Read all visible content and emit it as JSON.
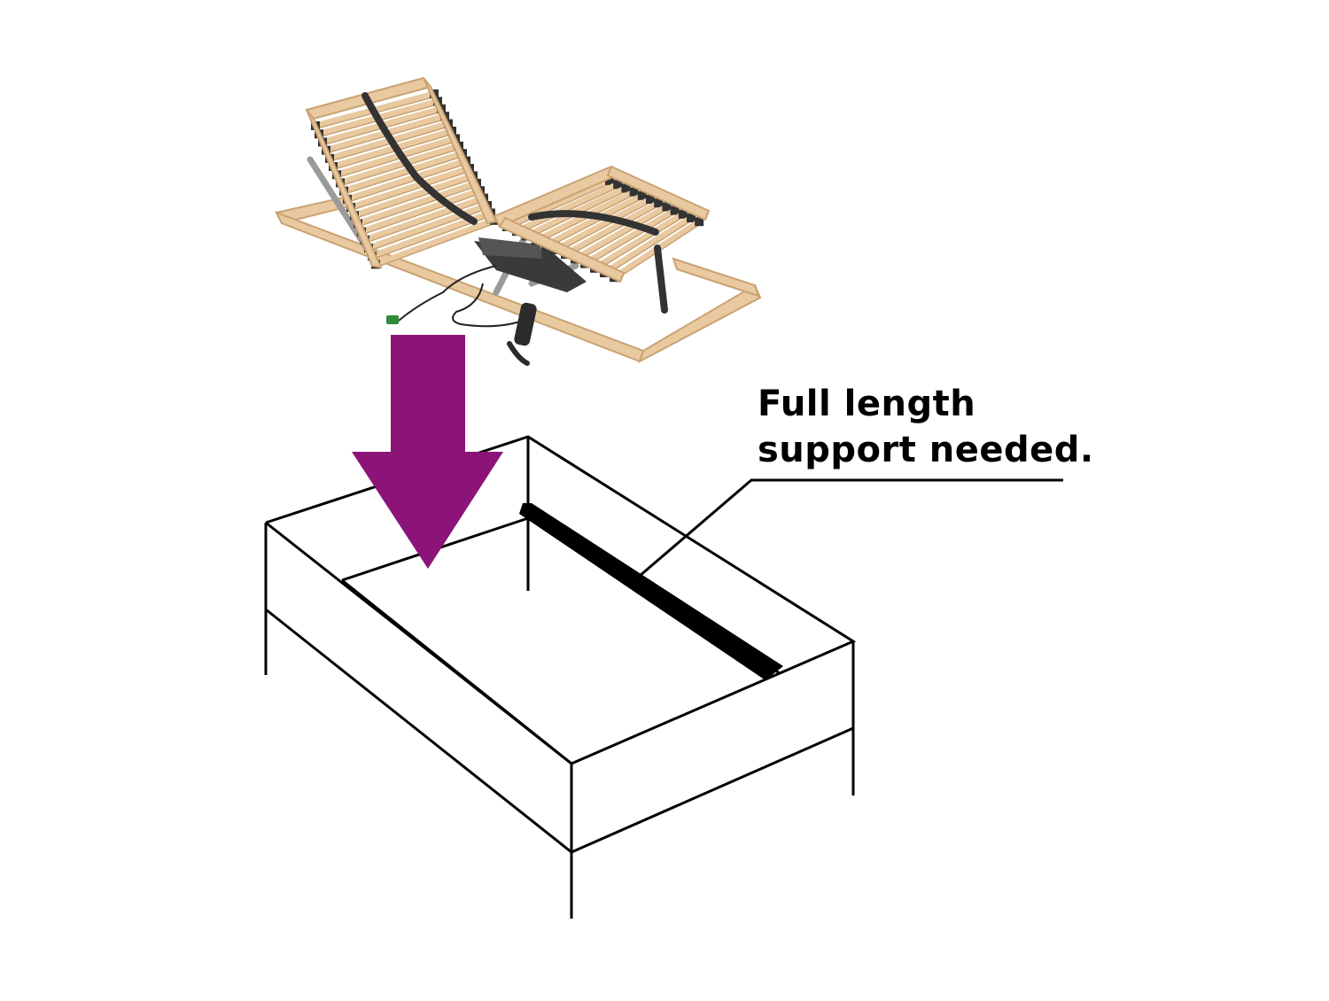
{
  "callout": {
    "line1": "Full length",
    "line2": "support needed."
  },
  "colors": {
    "arrow": "#8C1479",
    "frame_stroke": "#000000",
    "support_bar": "#000000",
    "wood": "#E9C9A0",
    "wood_dark": "#C9A273",
    "strap": "#333333",
    "motor": "#3A3A3A",
    "metal": "#9A9A9A"
  },
  "icons": {
    "arrow": "down-arrow-icon",
    "slatted_frame": "adjustable-slatted-bed-frame",
    "bed_box": "bed-frame-box-outline"
  }
}
